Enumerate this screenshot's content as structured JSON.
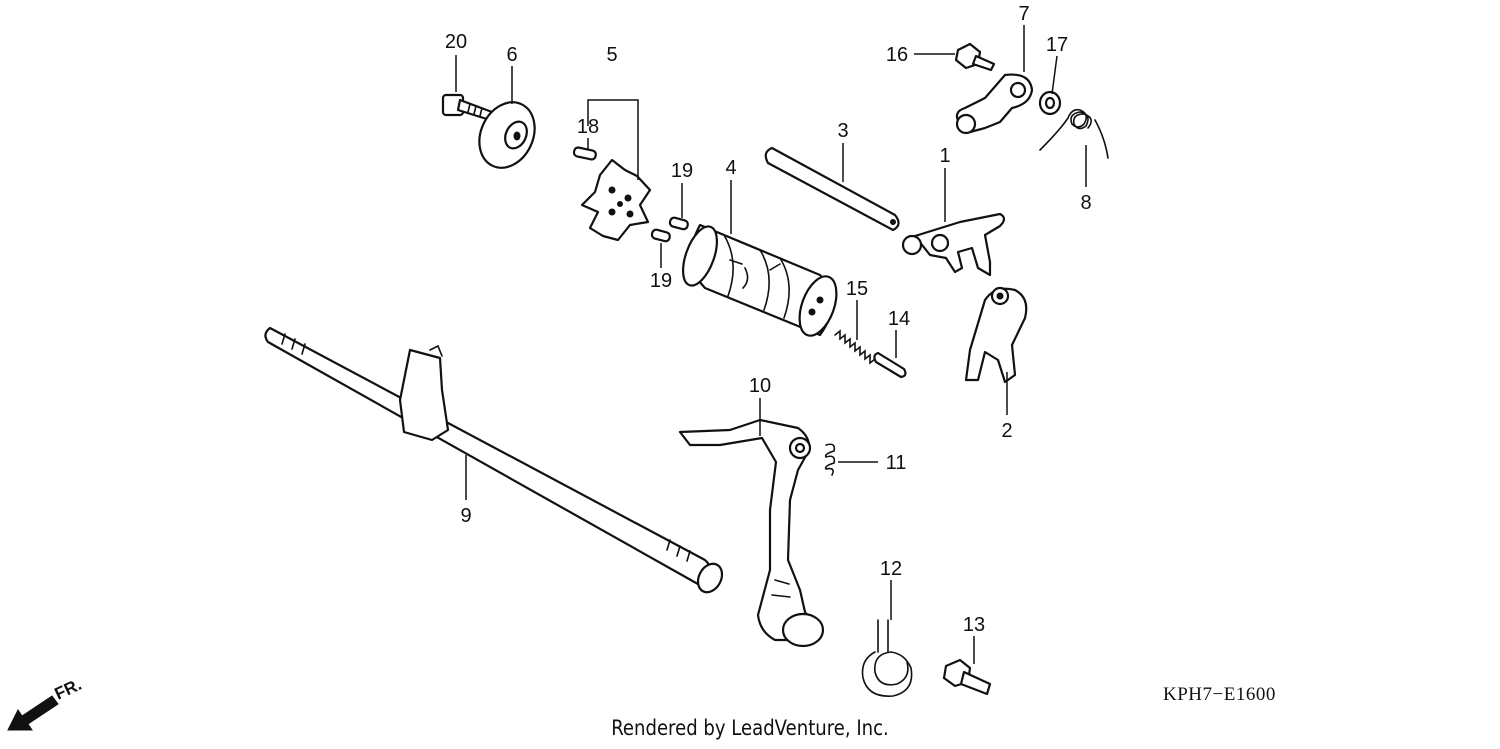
{
  "diagram": {
    "code": "KPH7−E1600",
    "credit": "Rendered by LeadVenture, Inc.",
    "front_indicator": "FR.",
    "callouts": [
      "1",
      "2",
      "3",
      "4",
      "5",
      "6",
      "7",
      "8",
      "9",
      "10",
      "11",
      "12",
      "13",
      "14",
      "15",
      "16",
      "17",
      "18",
      "19",
      "19",
      "20"
    ]
  }
}
